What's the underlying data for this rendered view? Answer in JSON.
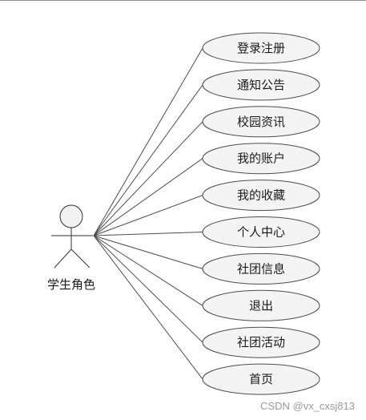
{
  "actor": {
    "label": "学生角色"
  },
  "use_cases": [
    {
      "label": "登录注册"
    },
    {
      "label": "通知公告"
    },
    {
      "label": "校园资讯"
    },
    {
      "label": "我的账户"
    },
    {
      "label": "我的收藏"
    },
    {
      "label": "个人中心"
    },
    {
      "label": "社团信息"
    },
    {
      "label": "退出"
    },
    {
      "label": "社团活动"
    },
    {
      "label": "首页"
    }
  ],
  "watermark": "CSDN @vx_cxsj813"
}
